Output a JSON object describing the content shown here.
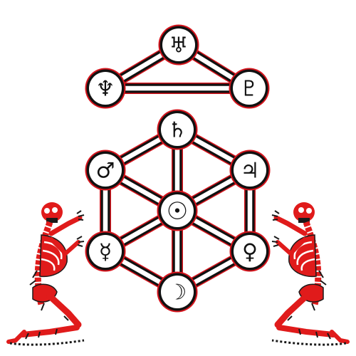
{
  "diagram": {
    "colors": {
      "outline": "#d4141c",
      "stroke": "#111111",
      "fill": "#ffffff",
      "figure_accent": "#e01b1b",
      "figure_ink": "#1a1a1a"
    },
    "upper_triangle": {
      "nodes": [
        {
          "id": "uranus",
          "symbol": "♅",
          "icon": "uranus-symbol-icon"
        },
        {
          "id": "neptune",
          "symbol": "♆",
          "icon": "neptune-symbol-icon"
        },
        {
          "id": "pluto",
          "symbol": "♇",
          "icon": "pluto-symbol-icon"
        }
      ]
    },
    "tree": {
      "nodes": [
        {
          "id": "saturn",
          "symbol": "♄",
          "icon": "saturn-symbol-icon"
        },
        {
          "id": "mars",
          "symbol": "♂",
          "icon": "mars-symbol-icon"
        },
        {
          "id": "jupiter",
          "symbol": "♃",
          "icon": "jupiter-symbol-icon"
        },
        {
          "id": "sun",
          "symbol": "☉",
          "icon": "sun-symbol-icon"
        },
        {
          "id": "mercury",
          "symbol": "☿",
          "icon": "mercury-symbol-icon"
        },
        {
          "id": "venus",
          "symbol": "♀",
          "icon": "venus-symbol-icon"
        },
        {
          "id": "moon",
          "symbol": "☽",
          "icon": "moon-symbol-icon"
        }
      ]
    },
    "figures": [
      {
        "id": "left",
        "icon": "kneeling-skeleton-left-icon"
      },
      {
        "id": "right",
        "icon": "kneeling-skeleton-right-icon"
      }
    ]
  }
}
